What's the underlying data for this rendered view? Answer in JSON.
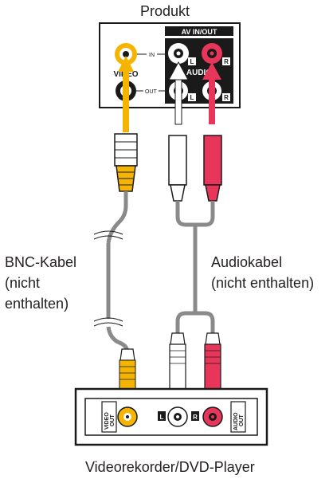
{
  "labels": {
    "product": "Produkt",
    "av_in_out": "AV IN/OUT",
    "in": "IN",
    "out": "OUT",
    "video": "VIDEO",
    "audio": "AUDIO",
    "left_channel": "L",
    "right_channel": "R",
    "bnc_cable": [
      "BNC-Kabel",
      "(nicht",
      "enthalten)"
    ],
    "audio_cable": [
      "Audiokabel",
      "(nicht enthalten)"
    ],
    "recorder": "Videorekorder/DVD-Player",
    "recorder_video_out": [
      "VIDEO",
      "OUT"
    ],
    "recorder_audio_out": [
      "AUDIO",
      "OUT"
    ]
  },
  "colors": {
    "video_yellow": "#f4b400",
    "audio_red": "#e8365a",
    "cable_gray": "#8a8a8a",
    "panel_black": "#1a1a1a"
  }
}
